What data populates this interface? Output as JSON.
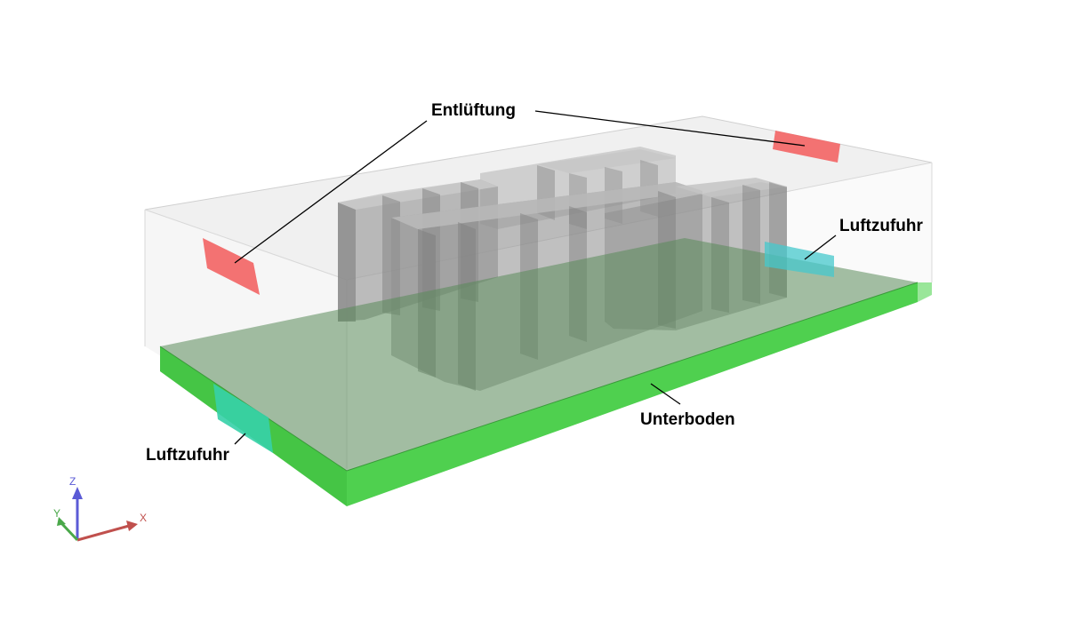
{
  "labels": {
    "vent": "Entlüftung",
    "air_supply_right": "Luftzufuhr",
    "air_supply_left": "Luftzufuhr",
    "raised_floor": "Unterboden"
  },
  "axes": {
    "x": "X",
    "y": "Y",
    "z": "Z"
  },
  "colors": {
    "room_fill": "#e6e6e6",
    "floor_green": "#3cc23c",
    "vent_red": "#f26a6a",
    "supply_cyan": "#3ccfc0",
    "rack_grey": "#8e8e8e",
    "axis_x": "#c0504d",
    "axis_y": "#4aa84a",
    "axis_z": "#5b5bd6"
  }
}
